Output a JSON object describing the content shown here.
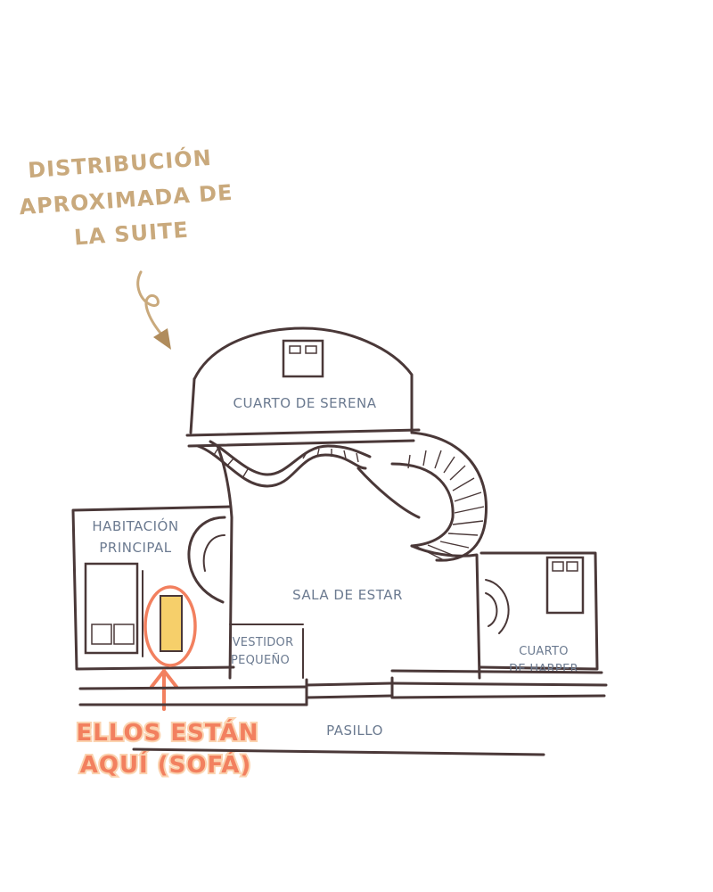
{
  "title": {
    "line1": "DISTRIBUCIÓN",
    "line2": "APROXIMADA DE",
    "line3": "LA SUITE"
  },
  "rooms": {
    "serena": "CUARTO DE SERENA",
    "principal_line1": "HABITACIÓN",
    "principal_line2": "PRINCIPAL",
    "sala": "SALA DE ESTAR",
    "vestidor_line1": "VESTIDOR",
    "vestidor_line2": "PEQUEÑO",
    "harper_line1": "CUARTO",
    "harper_line2": "DE HARPER",
    "pasillo": "PASILLO"
  },
  "marker": {
    "line1": "ELLOS ESTÁN",
    "line2": "AQUÍ (SOFÁ)"
  },
  "colors": {
    "title": "#c9a97c",
    "room_label": "#6b7a90",
    "wall": "#4a3838",
    "marker": "#f2805f",
    "sofa": "#f6cf6a"
  }
}
